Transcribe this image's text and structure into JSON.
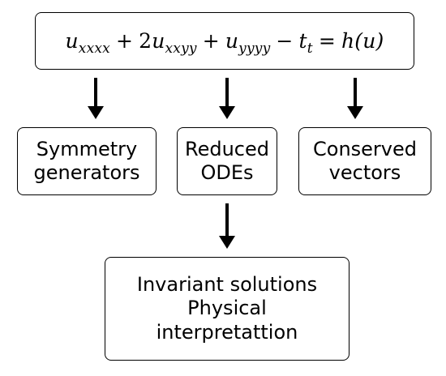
{
  "equation": {
    "terms": [
      {
        "base": "u",
        "sub": "xxxx"
      },
      {
        "op": "+",
        "coef": "2",
        "base": "u",
        "sub": "xxyy"
      },
      {
        "op": "+",
        "base": "u",
        "sub": "yyyy"
      },
      {
        "op": "−",
        "base": "t",
        "sub": "t"
      },
      {
        "op": "=",
        "rhs": "h(u)"
      }
    ]
  },
  "boxes": {
    "symmetry": {
      "lines": [
        "Symmetry",
        "generators"
      ]
    },
    "reduced": {
      "lines": [
        "Reduced",
        "ODEs"
      ]
    },
    "conserved": {
      "lines": [
        "Conserved",
        "vectors"
      ]
    },
    "invariant": {
      "lines": [
        "Invariant solutions",
        "Physical",
        "interpretattion"
      ]
    }
  },
  "colors": {
    "stroke": "#000000",
    "background": "#ffffff"
  }
}
